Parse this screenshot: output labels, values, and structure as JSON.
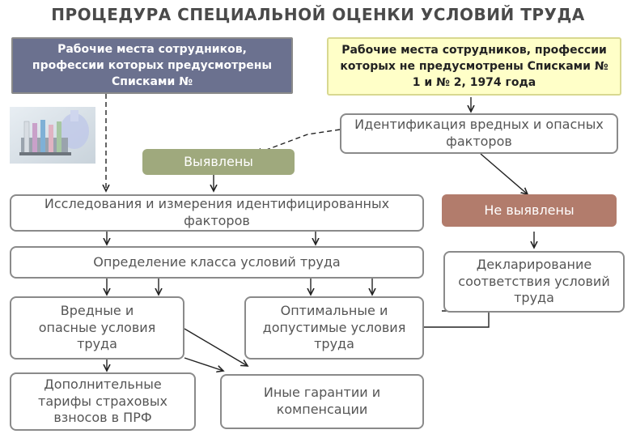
{
  "title": "ПРОЦЕДУРА СПЕЦИАЛЬНОЙ ОЦЕНКИ УСЛОВИЙ ТРУДА",
  "boxes": {
    "listed_workplaces": "Рабочие места сотрудников, профессии которых предусмотрены Списками №",
    "unlisted_workplaces": "Рабочие места сотрудников, профессии которых не предусмотрены Списками № 1 и № 2, 1974 года",
    "identification": "Идентификация вредных и опасных факторов",
    "found": "Выявлены",
    "not_found": "Не выявлены",
    "research": "Исследования и измерения идентифицированных факторов",
    "class_definition": "Определение класса условий труда",
    "declaration": "Декларирование соответствия условий труда",
    "harmful": "Вредные и опасные условия труда",
    "optimal": "Оптимальные и допустимые условия труда",
    "tariffs": "Дополнительные тарифы страховых взносов в ПРФ",
    "guarantees": "Иные гарантии и компенсации"
  },
  "colors": {
    "navy_box": "#6b718f",
    "yellow_box": "#ffffc8",
    "found_box": "#9fa97d",
    "not_found_box": "#b27c6c",
    "outline": "#8a8a8a",
    "text": "#555555"
  },
  "icons": {
    "lab_image": "test-tubes-image"
  }
}
